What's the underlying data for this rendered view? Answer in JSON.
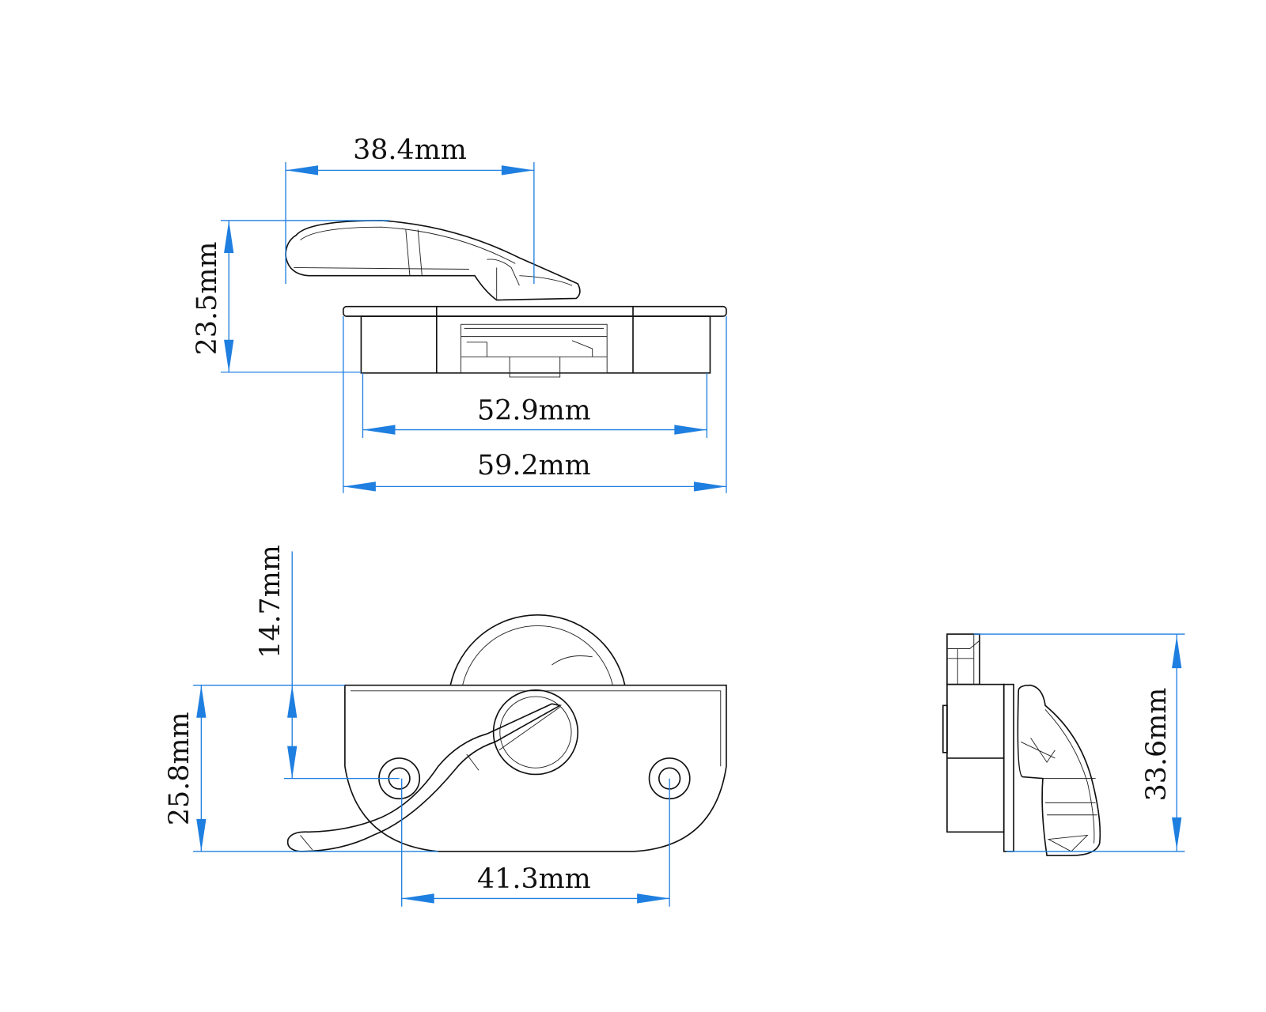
{
  "dimensions": {
    "top_handle_width": "38.4mm",
    "top_height": "23.5mm",
    "top_body_width": "52.9mm",
    "top_plate_width": "59.2mm",
    "bottom_offset": "14.7mm",
    "bottom_height": "25.8mm",
    "bottom_hole_spacing": "41.3mm",
    "side_height": "33.6mm"
  },
  "colors": {
    "dimension": "#1f7fe0",
    "outline": "#111111"
  }
}
